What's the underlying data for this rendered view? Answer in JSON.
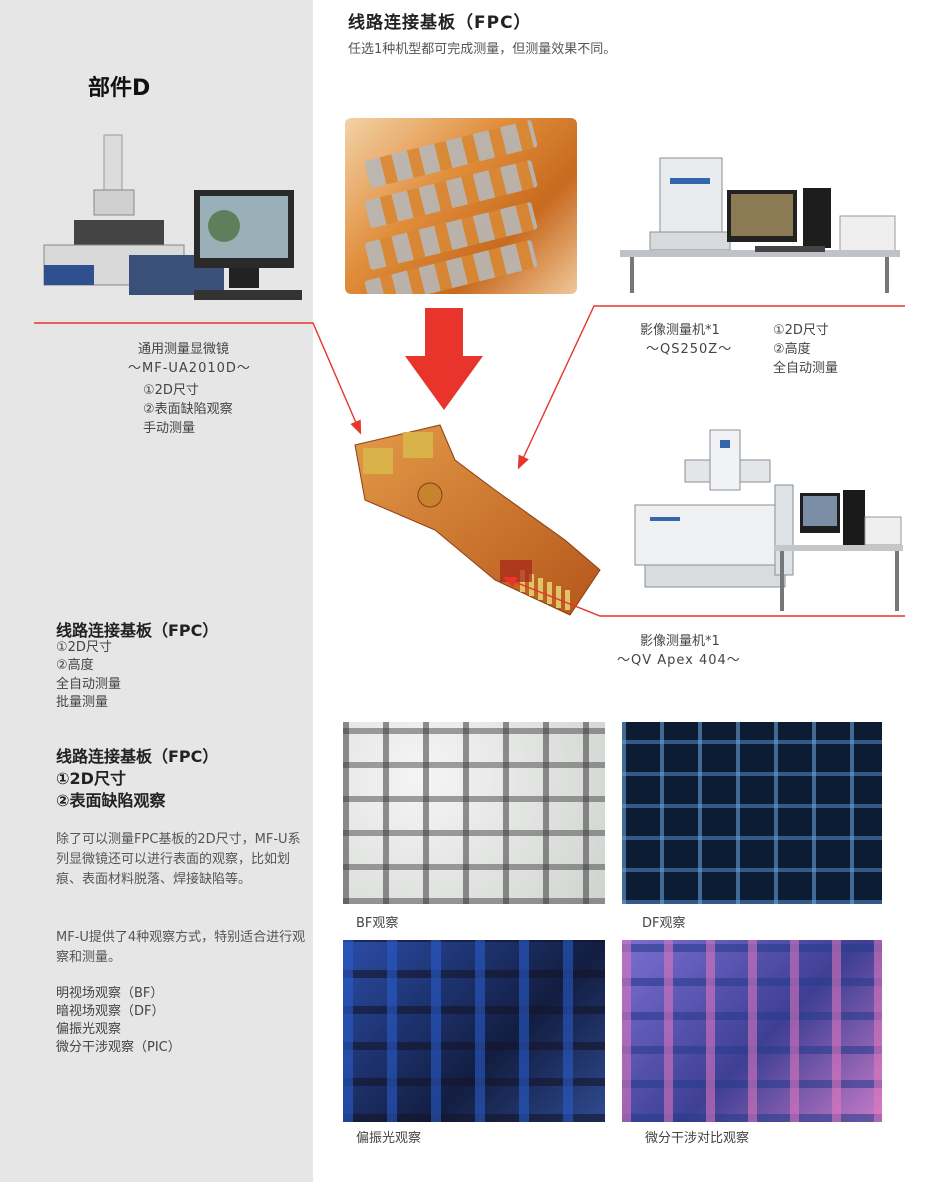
{
  "header": {
    "title": "线路连接基板（FPC）",
    "subtitle": "任选1种机型都可完成测量，但测量效果不同。"
  },
  "left": {
    "part_label": "部件D",
    "microscope": {
      "name": "通用测量显微镜",
      "model": "～MF-UA2010D～",
      "features": [
        "①2D尺寸",
        "②表面缺陷观察",
        "手动测量"
      ]
    },
    "section1": {
      "title": "线路连接基板（FPC）",
      "lines": [
        "①2D尺寸",
        "②高度",
        "全自动测量",
        "批量测量"
      ]
    },
    "section2": {
      "title_lines": [
        "线路连接基板（FPC）",
        "①2D尺寸",
        "②表面缺陷观察"
      ],
      "para1": "除了可以测量FPC基板的2D尺寸，MF-U系列显微镜还可以进行表面的观察，比如划痕、表面材料脱落、焊接缺陷等。",
      "para2": "MF-U提供了4种观察方式，特别适合进行观察和测量。",
      "modes": [
        "明视场观察（BF）",
        "暗视场观察（DF）",
        "偏振光观察",
        "微分干涉观察（PIC）"
      ]
    }
  },
  "right": {
    "machine1": {
      "name": "影像测量机*1",
      "model": "～QS250Z～",
      "features": [
        "①2D尺寸",
        "②高度",
        "全自动测量"
      ]
    },
    "machine2": {
      "name": "影像测量机*1",
      "model": "～QV Apex 404～"
    },
    "observations": [
      "BF观察",
      "DF观察",
      "偏振光观察",
      "微分干涉对比观察"
    ]
  },
  "colors": {
    "left_panel_bg": "#e6e6e6",
    "pointer_red": "#e8342a",
    "fpc_orange": "#d4761f"
  }
}
